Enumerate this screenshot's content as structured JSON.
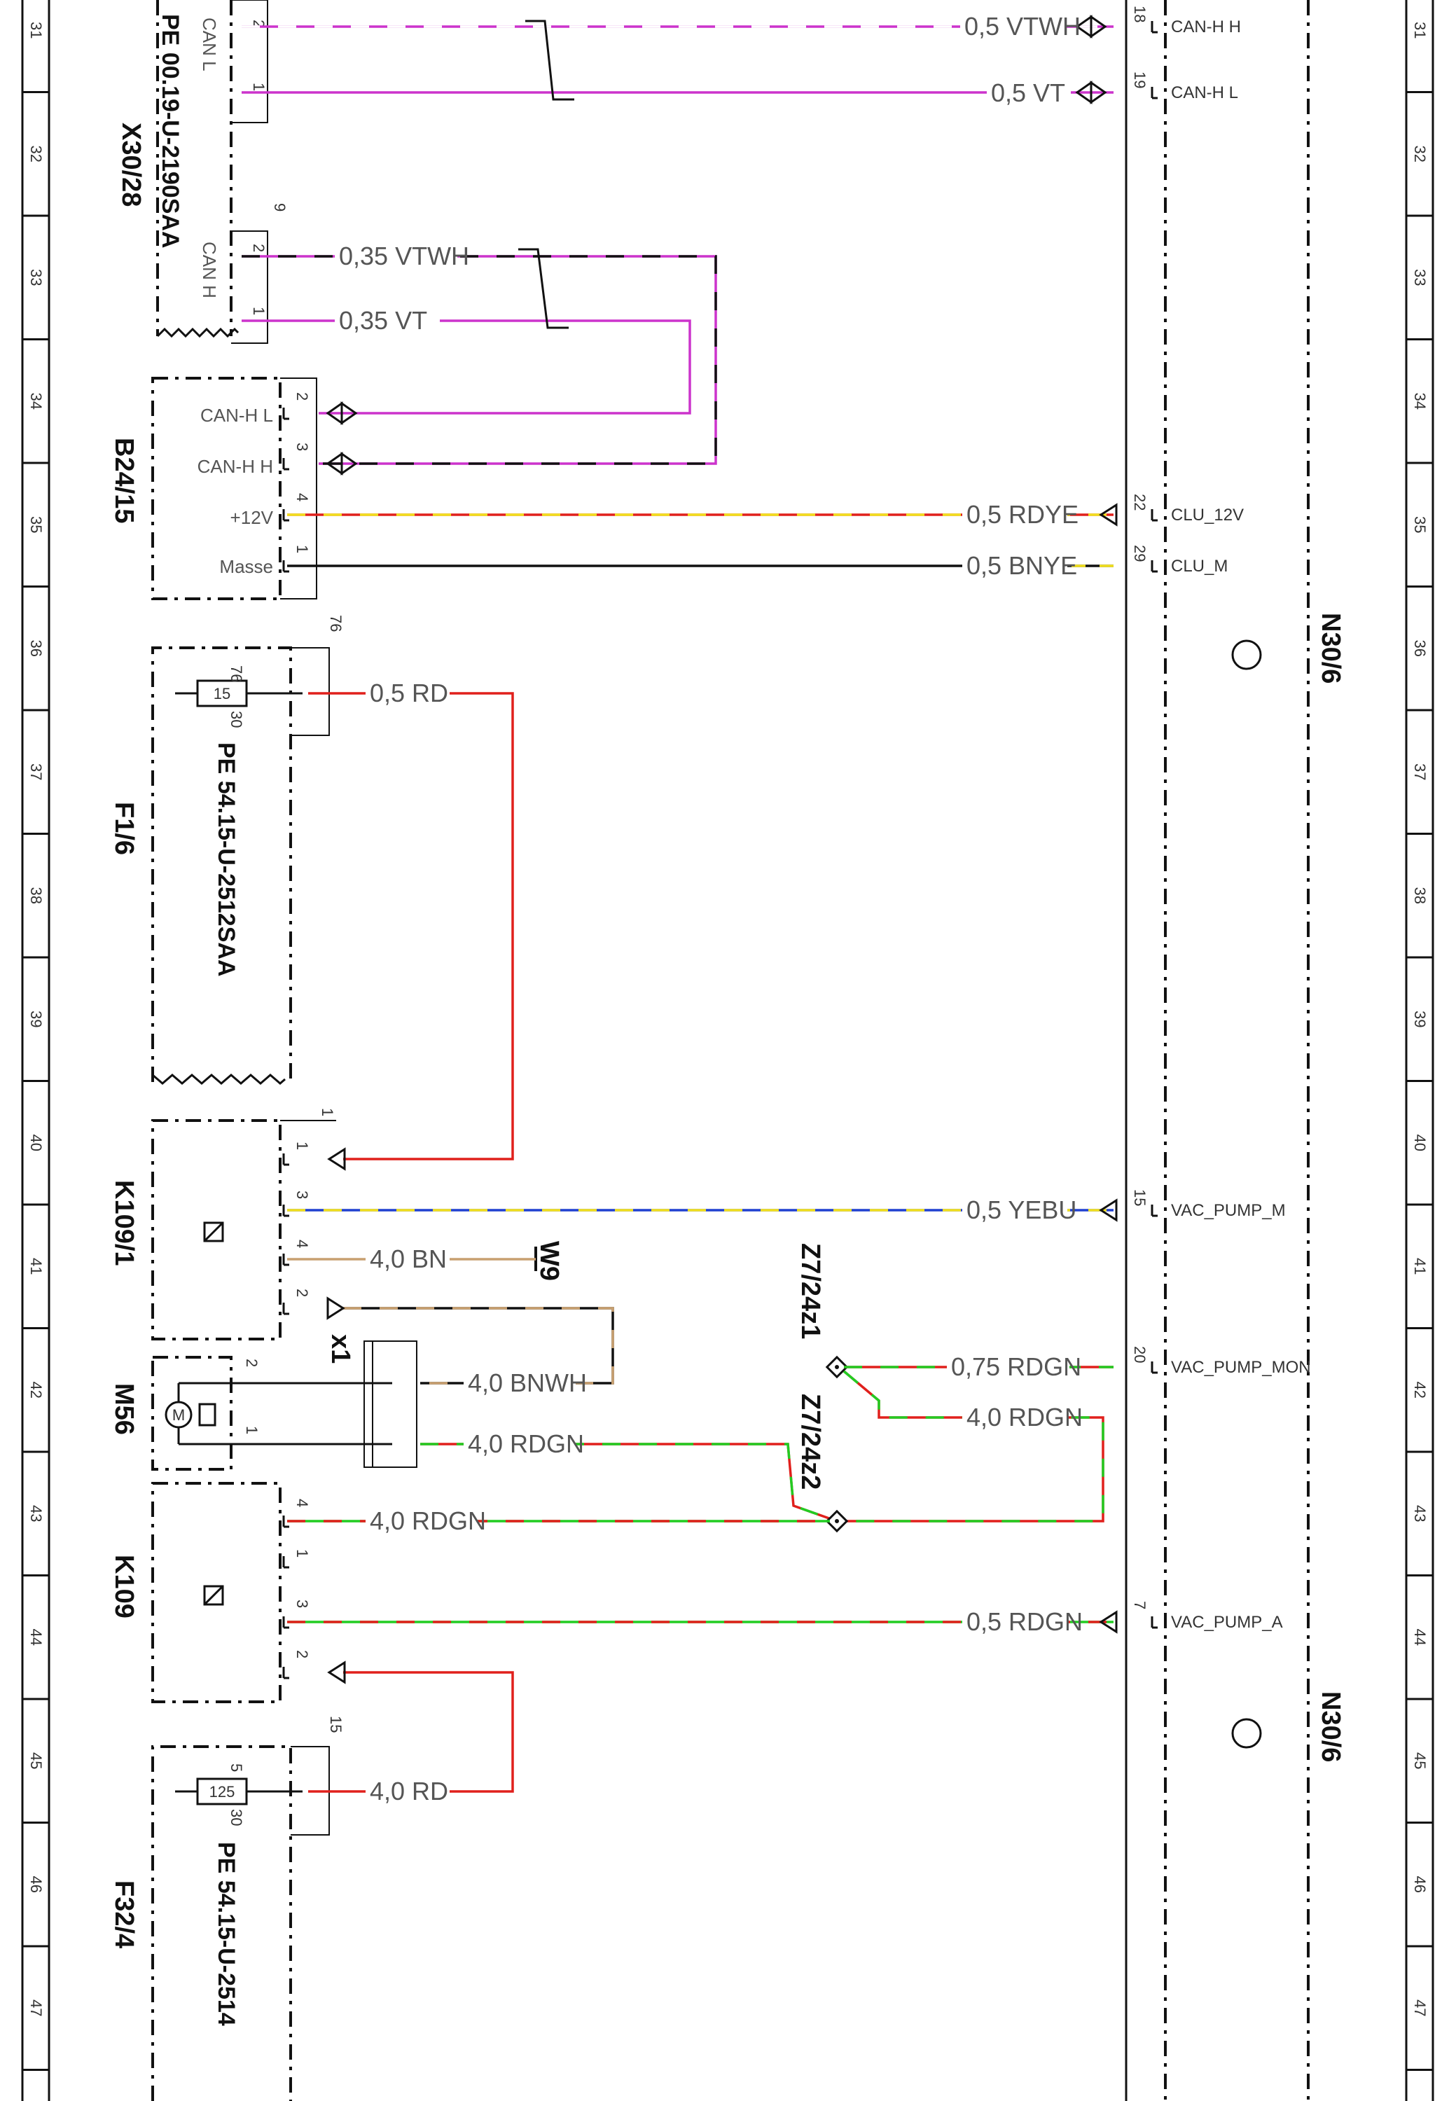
{
  "rows": [
    "31",
    "32",
    "33",
    "34",
    "35",
    "36",
    "37",
    "38",
    "39",
    "40",
    "41",
    "42",
    "43",
    "44",
    "45",
    "46",
    "47"
  ],
  "components": {
    "x30_28": {
      "label": "X30/28",
      "ref": "PE 00.19-U-2190SAA",
      "pin_labels": [
        "CAN L",
        "CAN H"
      ]
    },
    "b24_15": {
      "label": "B24/15",
      "pins": [
        "CAN-H L",
        "CAN-H H",
        "+12V",
        "Masse"
      ]
    },
    "f1_6": {
      "label": "F1/6",
      "ref": "PE 54.15-U-2512SAA",
      "fuse": "15",
      "pin_in": "76",
      "pin_out": "30"
    },
    "k109_1": {
      "label": "K109/1",
      "relay": "⊠"
    },
    "m56": {
      "label": "M56",
      "motor": "M"
    },
    "k109": {
      "label": "K109",
      "relay": "⊠"
    },
    "f32_4": {
      "label": "F32/4",
      "ref": "PE 54.15-U-2514",
      "fuse": "125",
      "pin_in": "5",
      "pin_out": "30"
    },
    "n30_6_top": {
      "label": "N30/6"
    },
    "n30_6_bottom": {
      "label": "N30/6"
    },
    "x1": {
      "label": "x1"
    },
    "w9": {
      "label": "W9"
    },
    "z7_24z1": {
      "label": "Z7/24z1"
    },
    "z7_24z2": {
      "label": "Z7/24z2"
    }
  },
  "wires": {
    "can_h_top": "0,5 VTWH",
    "can_l_top": "0,5 VT",
    "can_h_mid": "0,35 VTWH",
    "can_l_mid": "0,35 VT",
    "clu_12v": "0,5 RDYE",
    "clu_m": "0,5 BNYE",
    "f1_out": "0,5 RD",
    "vac_pump_m": "0,5 YEBU",
    "k109_1_w9": "4,0 BN",
    "m56_bnwh": "4,0 BNWH",
    "m56_rdgn": "4,0 RDGN",
    "vac_pump_mon": "0,75 RDGN",
    "z1_out": "4,0 RDGN",
    "k109_4": "4,0 RDGN",
    "vac_pump_a": "0,5 RDGN",
    "f32_out": "4,0 RD"
  },
  "connectors": {
    "n30_6_pins": [
      {
        "pin": "18",
        "signal": "CAN-H H"
      },
      {
        "pin": "19",
        "signal": "CAN-H L"
      },
      {
        "pin": "22",
        "signal": "CLU_12V"
      },
      {
        "pin": "29",
        "signal": "CLU_M"
      },
      {
        "pin": "15",
        "signal": "VAC_PUMP_M"
      },
      {
        "pin": "20",
        "signal": "VAC_PUMP_MON"
      },
      {
        "pin": "7",
        "signal": "VAC_PUMP_A"
      }
    ],
    "x30_pins": {
      "p2": "2",
      "p1": "1",
      "p9": "9",
      "p2b": "2",
      "p1b": "1"
    },
    "b24_pins": {
      "p2": "2",
      "p3": "3",
      "p4": "4",
      "p1": "1"
    },
    "k109_1_pins": {
      "p1": "1",
      "p1b": "1",
      "p3": "3",
      "p4": "4",
      "p2": "2"
    },
    "m56_pins": {
      "p2": "2",
      "p1": "1"
    },
    "k109_pins": {
      "p4": "4",
      "p1": "1",
      "p3": "3",
      "p2": "2"
    },
    "f1_pin_top": "76",
    "f32_pin_top": "15"
  },
  "colors": {
    "VT": "#cc33cc",
    "WH": "#ffffff",
    "RD": "#e0201c",
    "YE": "#f2e01e",
    "BN": "#c8a070",
    "BU": "#2040d0",
    "GN": "#22cc22",
    "BK": "#111111"
  }
}
